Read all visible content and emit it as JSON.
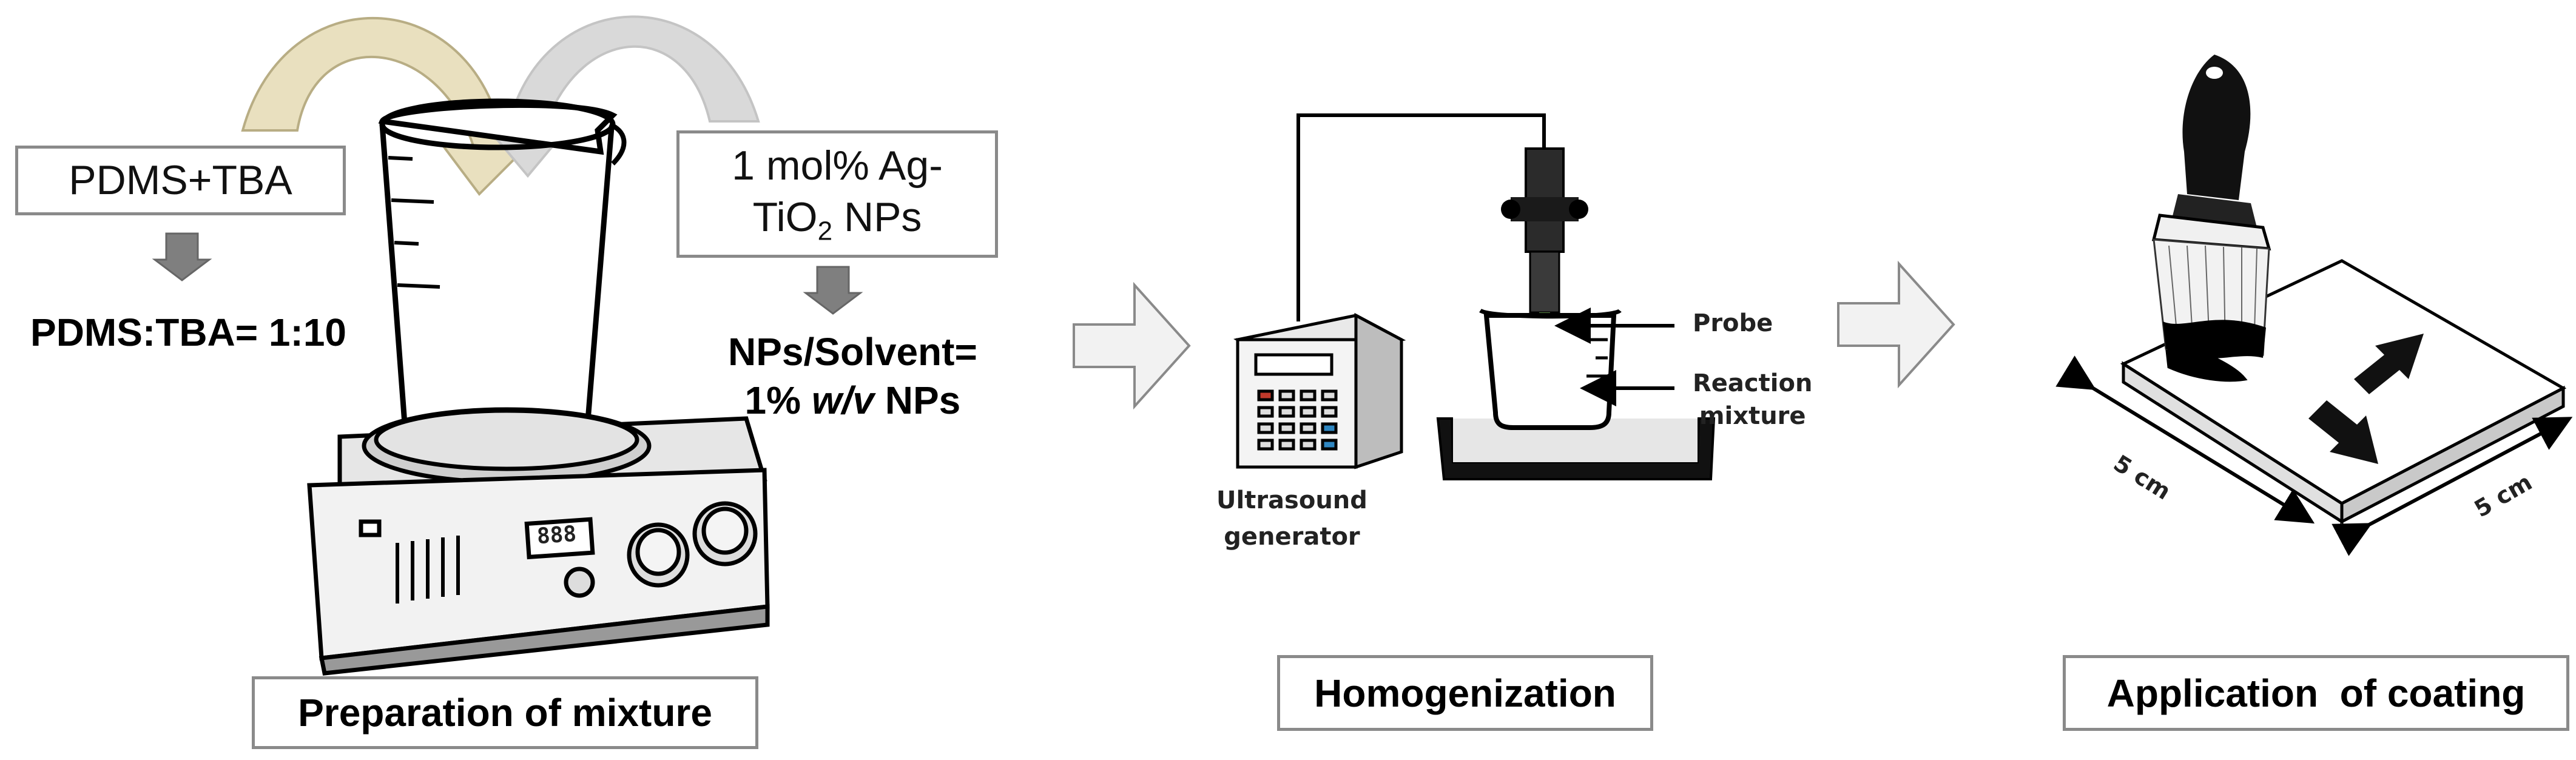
{
  "panel1": {
    "box_pdms": "PDMS+TBA",
    "ratio": "PDMS:TBA= 1:10",
    "box_np_line1": "1 mol% Ag-",
    "box_np_line2_main": "TiO",
    "box_np_line2_sub": "2",
    "box_np_line2_tail": " NPs",
    "np_solvent_line1": "NPs/Solvent=",
    "np_solvent_line2_pre": "1% ",
    "np_solvent_line2_ital": "w/v",
    "np_solvent_line2_post": " NPs",
    "hotplate_display": "888",
    "caption": "Preparation of mixture"
  },
  "panel2": {
    "probe": "Probe",
    "reaction_line1": "Reaction",
    "reaction_line2": "mixture",
    "generator_line1": "Ultrasound",
    "generator_line2": "generator",
    "caption": "Homogenization"
  },
  "panel3": {
    "dim_left": "5 cm",
    "dim_right": "5 cm",
    "caption": "Application  of coating"
  },
  "colors": {
    "box_border": "#8a8a8a",
    "arrow_gray": "#7f7f7f",
    "curve_cream": "#e9e0bf",
    "curve_gray": "#d9d9d9",
    "keypad_red": "#c0392b",
    "keypad_blue": "#2e86c1"
  }
}
